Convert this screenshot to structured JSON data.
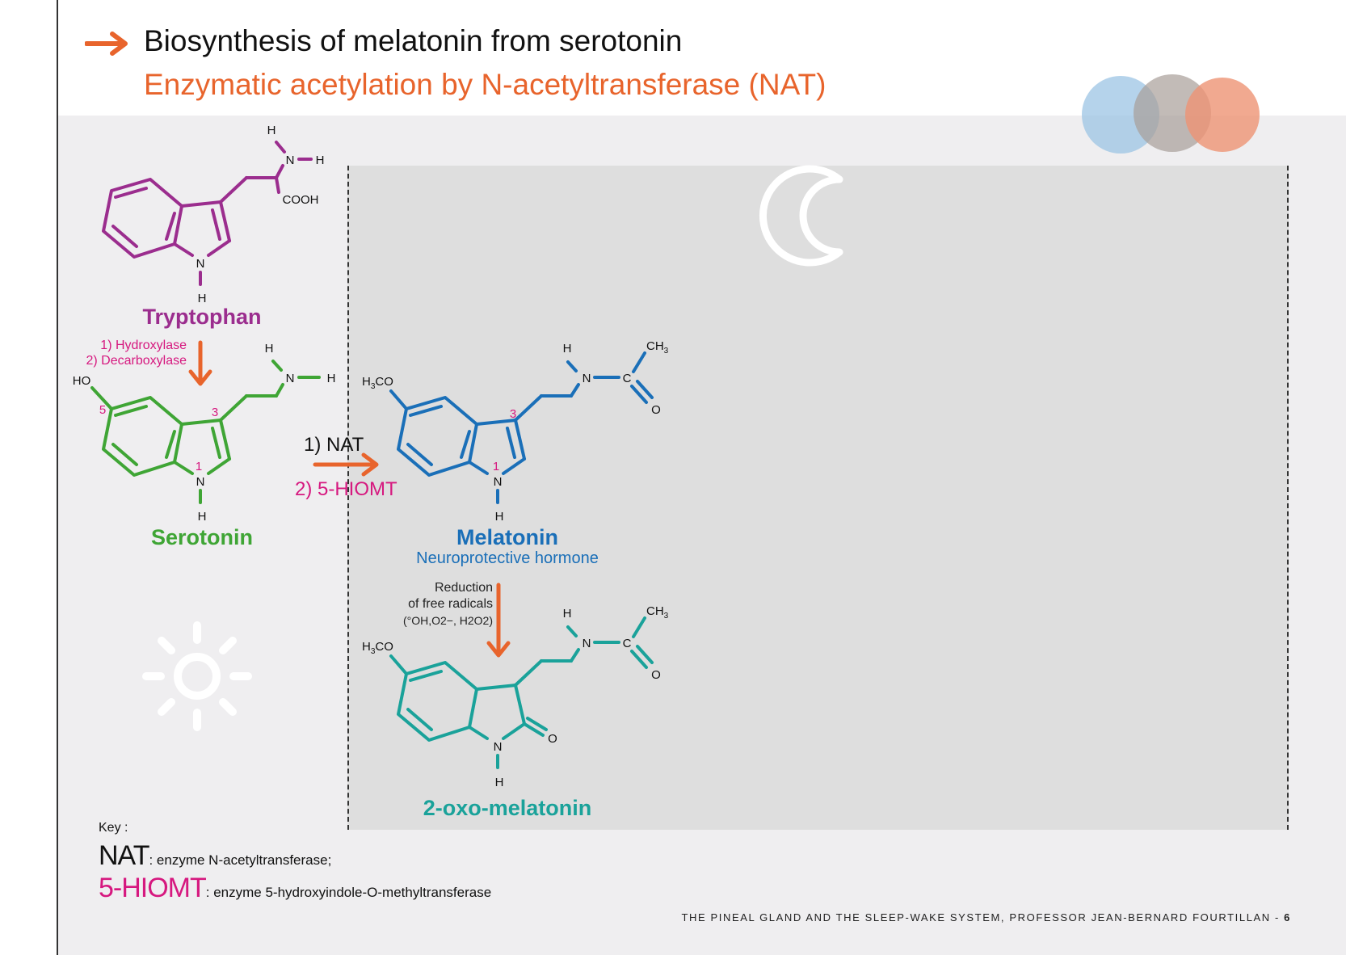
{
  "header": {
    "title": "Biosynthesis of melatonin from serotonin",
    "subtitle": "Enzymatic acetylation by N-acetyltransferase (NAT)"
  },
  "colors": {
    "orange": "#e8642c",
    "tryptophan": "#9b2d8e",
    "serotonin": "#3fa535",
    "melatonin": "#1a6fb8",
    "oxo": "#1aa29a",
    "magenta": "#d6187f",
    "circle_blue": "#9cc4e4",
    "circle_taupe": "#a89e98",
    "circle_salmon": "#ee9474"
  },
  "atoms": {
    "H": "H",
    "N": "N",
    "C": "C",
    "O": "O",
    "HO": "HO",
    "COOH": "COOH",
    "H3CO_main": "H",
    "H3CO_sub": "3",
    "H3CO_tail": "CO",
    "CH3_main": "CH",
    "CH3_sub": "3"
  },
  "ring_numbers": {
    "one": "1",
    "three": "3",
    "five": "5"
  },
  "molecules": {
    "tryptophan": {
      "name": "Tryptophan"
    },
    "serotonin": {
      "name": "Serotonin"
    },
    "melatonin": {
      "name": "Melatonin",
      "subtitle": "Neuroprotective hormone"
    },
    "oxo": {
      "name": "2-oxo-melatonin"
    }
  },
  "enzymes_step1": {
    "line1": "1) Hydroxylase",
    "line2": "2) Decarboxylase"
  },
  "step2": {
    "nat": "1) NAT",
    "hiomt": "2) 5-HIOMT"
  },
  "reduction": {
    "line1": "Reduction",
    "line2": "of free radicals",
    "line3": "(°OH,O2−, H2O2)"
  },
  "key": {
    "label": "Key :",
    "nat_abbr": "NAT",
    "nat_desc": ": enzyme N-acetyltransferase;",
    "hiomt_abbr": "5-HIOMT",
    "hiomt_desc": ": enzyme 5-hydroxyindole-O-methyltransferase"
  },
  "icons": {
    "night": "moon-icon",
    "day": "sun-icon"
  },
  "footer": {
    "text": "THE PINEAL GLAND AND THE SLEEP-WAKE SYSTEM, PROFESSOR JEAN-BERNARD FOURTILLAN - ",
    "page": "6"
  }
}
